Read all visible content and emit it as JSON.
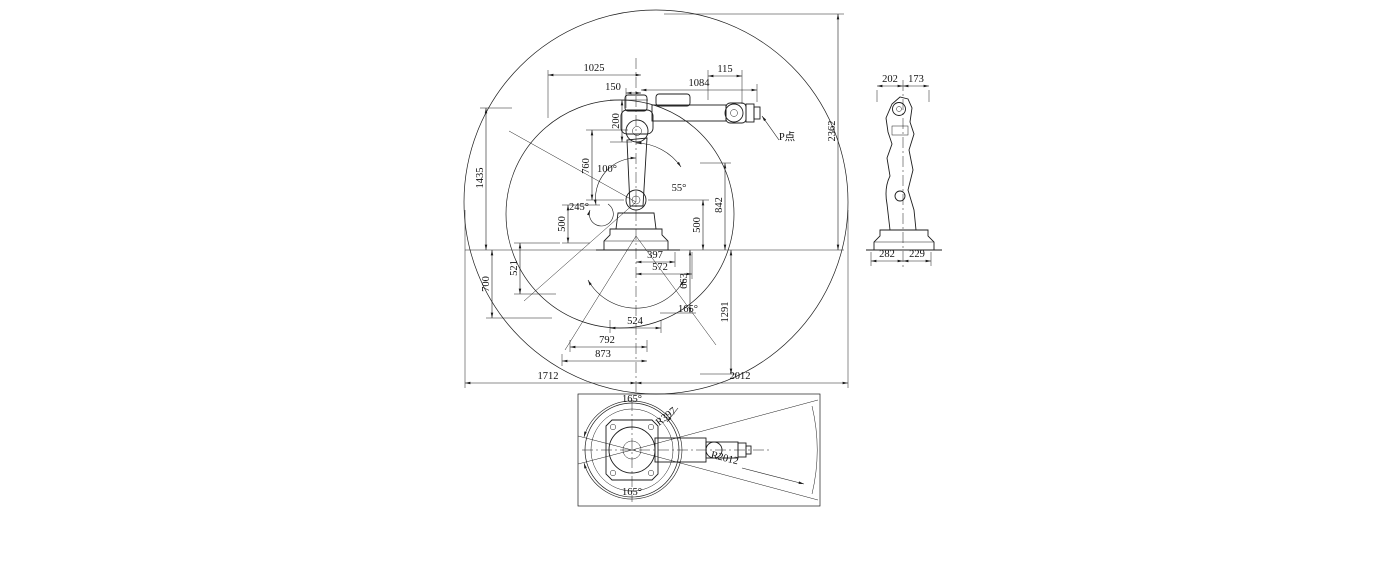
{
  "colors": {
    "ink": "#1c1c1c",
    "background": "#ffffff"
  },
  "views": {
    "front": {
      "dims_linear": {
        "d1025": "1025",
        "d150": "150",
        "d1084": "1084",
        "d115": "115",
        "d200": "200",
        "d2362": "2362",
        "d1435": "1435",
        "d760": "760",
        "d500_left": "500",
        "d842": "842",
        "d500_right": "500",
        "d397": "397",
        "d572": "572",
        "d663": "663",
        "d521": "521",
        "d700": "700",
        "d1291": "1291",
        "d524": "524",
        "d792": "792",
        "d873": "873",
        "d1712": "1712",
        "d2012": "2012"
      },
      "dims_angular": {
        "a100": "100°",
        "a55": "55°",
        "a245": "245°",
        "a165": "165°"
      },
      "labels": {
        "p_point": "P点"
      }
    },
    "side": {
      "dims": {
        "d202": "202",
        "d173": "173",
        "d282": "282",
        "d229": "229"
      }
    },
    "top": {
      "dims": {
        "a165_top": "165°",
        "a165_bottom": "165°",
        "r397": "R397",
        "r2012": "R2012"
      }
    }
  }
}
